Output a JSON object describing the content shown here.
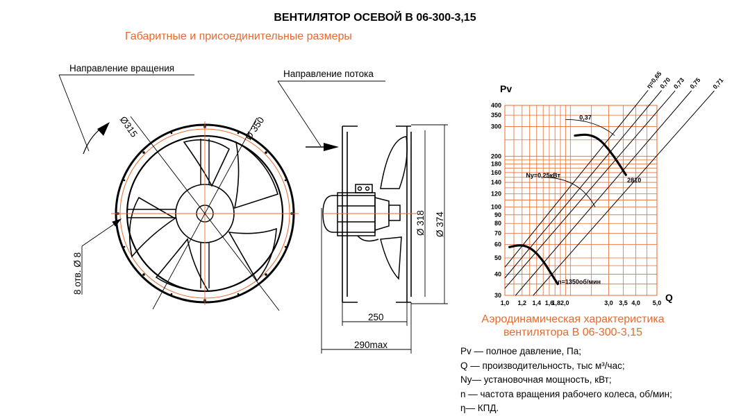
{
  "header": {
    "title": "ВЕНТИЛЯТОР ОСЕВОЙ В 06-300-3,15",
    "subtitle": "Габаритные и присоединительные размеры"
  },
  "drawing": {
    "rotation_label": "Направление вращения",
    "flow_label": "Направление потока",
    "dim_d315": "Ø315",
    "dim_d350": "Ø 350",
    "dim_holes": "8 отв. Ø 8",
    "dim_d318": "Ø 318",
    "dim_d374": "Ø 374",
    "dim_250": "250",
    "dim_290": "290max"
  },
  "chart_data": {
    "type": "line",
    "ylabel": "Pv",
    "xlabel": "Q",
    "x_scale": "log",
    "y_scale": "log",
    "xlim": [
      1.0,
      5.0
    ],
    "ylim": [
      30,
      400
    ],
    "x_ticks": [
      1.0,
      1.2,
      1.4,
      1.6,
      1.8,
      2.0,
      3.0,
      3.5,
      4.0,
      5.0
    ],
    "x_tick_labels": [
      "1,0",
      "1,2",
      "1,4",
      "1,6",
      "1,82,0",
      "",
      "3,0",
      "3,5",
      "4,0",
      "5,0"
    ],
    "y_ticks": [
      30,
      40,
      50,
      60,
      70,
      80,
      90,
      100,
      120,
      140,
      160,
      180,
      200,
      300,
      350,
      400
    ],
    "y_tick_labels": [
      "30",
      "40",
      "50",
      "60",
      "70",
      "80",
      "90",
      "100",
      "120",
      "140",
      "160",
      "180",
      "200",
      "300",
      "350",
      "400"
    ],
    "efficiency_lines": [
      {
        "label": "η=0,65",
        "x": [
          1.0,
          4.0
        ],
        "y": [
          44,
          400
        ]
      },
      {
        "label": "0,70",
        "x": [
          1.0,
          4.6
        ],
        "y": [
          38,
          400
        ]
      },
      {
        "label": "0,73",
        "x": [
          1.0,
          5.3
        ],
        "y": [
          33,
          400
        ]
      },
      {
        "label": "0,75",
        "x": [
          1.12,
          6.3
        ],
        "y": [
          30,
          400
        ]
      },
      {
        "label": "0,71",
        "x": [
          1.35,
          8.0
        ],
        "y": [
          30,
          400
        ]
      }
    ],
    "series": [
      {
        "name": "n=1350об/мин",
        "x": [
          1.05,
          1.2,
          1.35,
          1.5,
          1.62,
          1.75
        ],
        "y": [
          58,
          60,
          56,
          48,
          41,
          35
        ]
      },
      {
        "name": "2810",
        "x": [
          2.1,
          2.4,
          2.7,
          3.0,
          3.3,
          3.6
        ],
        "y": [
          265,
          270,
          255,
          220,
          185,
          155
        ]
      }
    ],
    "annotations": [
      {
        "text": "0,37",
        "x": 2.2,
        "y": 330
      },
      {
        "text": "Ny=0,25кВт",
        "x": 1.25,
        "y": 150
      },
      {
        "text": "2810",
        "x": 3.65,
        "y": 140
      },
      {
        "text": "n=1350об/мин",
        "x": 1.75,
        "y": 35
      }
    ],
    "caption_line1": "Аэродинамическая характеристика",
    "caption_line2": "вентилятора  В 06-300-3,15"
  },
  "legend": [
    "Pv — полное давление, Па;",
    "Q  — производительность, тыс м³/час;",
    "Ny— установочная мощность, кВт;",
    "n  — частота вращения рабочего колеса,  об/мин;",
    "η— КПД."
  ],
  "colors": {
    "accent": "#e8692b",
    "ink": "#000000"
  }
}
